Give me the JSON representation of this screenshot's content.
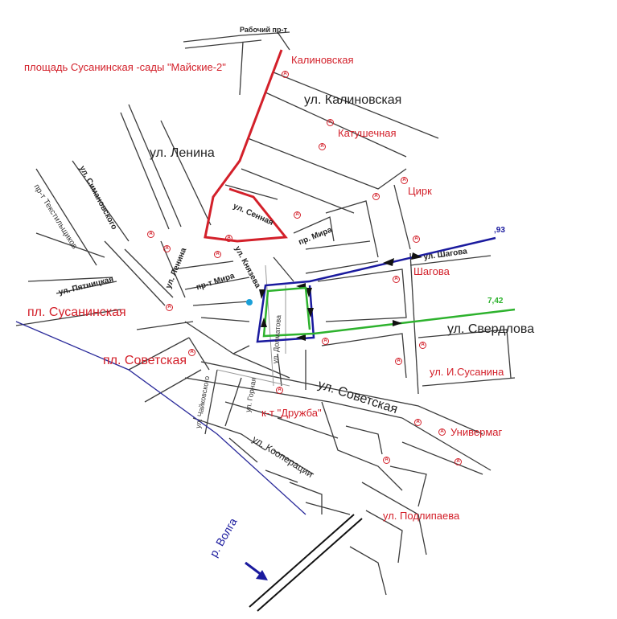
{
  "route_title": "площадь Сусанинская -сады \"Майские-2\"",
  "streets": {
    "rabochiy": "Рабочий пр-т",
    "kalinovskaya": "ул. Калиновская",
    "lenina": "ул. Ленина",
    "lenina_small": "ул. Ленина",
    "simanovskogo": "ул. Симановского",
    "tekstilshchikov": "пр-т Текстильщиков",
    "pyatnitskaya": "ул. Пятницкая",
    "mira": "пр-т Мира",
    "mira_small": "пр. Мира",
    "sennaya": "ул. Сенная",
    "knyazeva": "ул. Князева",
    "dolmatova": "ул. Долматова",
    "shagova": "ул. Шагова",
    "sverdlova": "ул. Свердлова",
    "sovetskaya": "ул. Советская",
    "chaykovskogo": "ул. Чайковского",
    "gornaya": "ул. Горная",
    "kooperatsii": "ул. Кооперации",
    "podlipaeva": "ул. Подлипаева",
    "volga": "р. Волга"
  },
  "squares": {
    "susaninskaya": "пл. Сусанинская",
    "sovetskaya": "пл. Советская"
  },
  "stops_labels": {
    "kalinovskaya": "Калиновская",
    "katushechnaya": "Катушечная",
    "tsirk": "Цирк",
    "shagova": "Шагова",
    "i_susanina": "ул. И.Сусанина",
    "univermag": "Универмаг",
    "druzhba": "к-т \"Дружба\""
  },
  "route_numbers": {
    "blue": ",93",
    "green": "7,42"
  },
  "stop_glyph": "A",
  "colors": {
    "route_red": "#d3202a",
    "route_blue": "#1a1a9e",
    "route_green": "#2db22d",
    "label_red": "#d3202a",
    "river": "#2a2a9a",
    "marker": "#1aa0d8"
  }
}
